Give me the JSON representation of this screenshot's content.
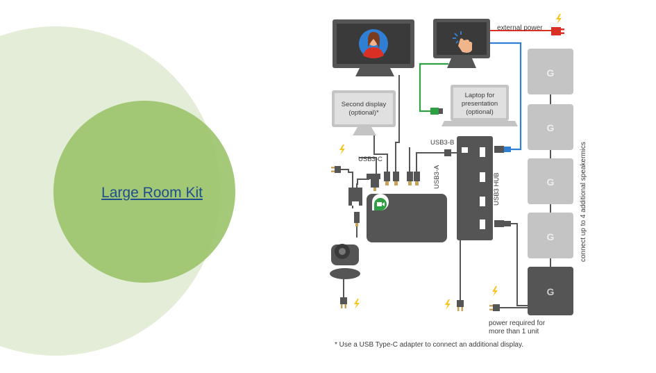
{
  "slide": {
    "title": "Large Room Kit"
  },
  "diagram": {
    "labels": {
      "external_power": "external power",
      "second_display_line1": "Second display",
      "second_display_line2": "(optional)*",
      "laptop_line1": "Laptop for",
      "laptop_line2": "presentation",
      "laptop_line3": "(optional)",
      "usb3_b": "USB3-B",
      "usb3_c": "USB3-C",
      "usb3_a": "USB3-A",
      "usb3_hub": "USB3 HUB",
      "speakermics": "connect up to 4 additional speakermics",
      "power_required_line1": "power required for",
      "power_required_line2": "more than 1 unit",
      "speakermic_logo": "G"
    },
    "footnote": "* Use a USB Type-C adapter to connect an additional display.",
    "colors": {
      "accent_yellow": "#f9c51d",
      "hdmi_green": "#2ea043",
      "usb_blue": "#2f7fd4",
      "power_red": "#d93025",
      "circle_light": "#e3edd8",
      "circle_dark": "#9cc46e",
      "device_dark": "#555555",
      "device_light": "#c4c4c4"
    },
    "icons": [
      "avatar-icon",
      "touch-hand-icon",
      "lightning-icon",
      "meet-logo-icon",
      "speakermic-g-icon",
      "camera-icon"
    ]
  }
}
